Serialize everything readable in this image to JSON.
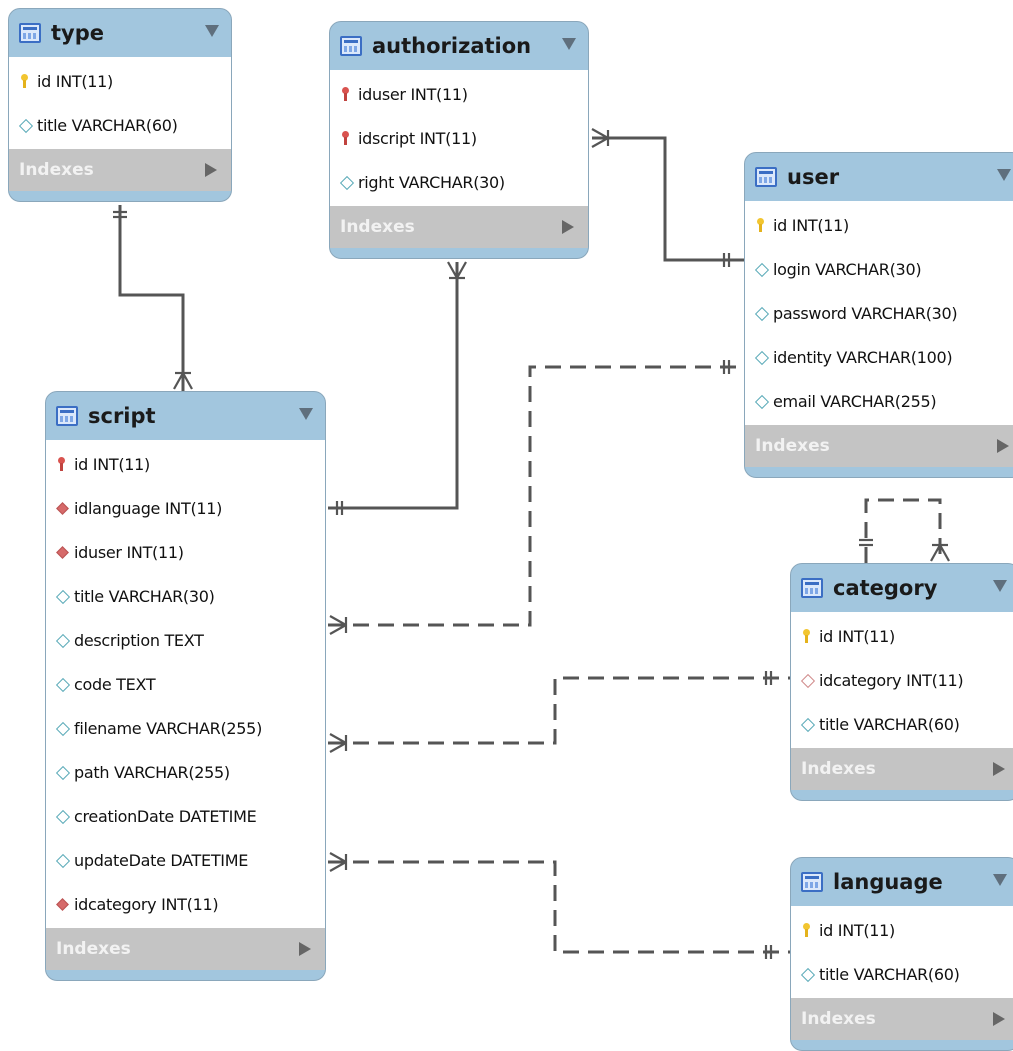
{
  "tables": {
    "type": {
      "title": "type",
      "columns": [
        {
          "text": "id INT(11)",
          "marker": "key-gold"
        },
        {
          "text": "title VARCHAR(60)",
          "marker": "diamond-open"
        }
      ],
      "indexes_label": "Indexes"
    },
    "authorization": {
      "title": "authorization",
      "columns": [
        {
          "text": "iduser INT(11)",
          "marker": "key-red"
        },
        {
          "text": "idscript INT(11)",
          "marker": "key-red"
        },
        {
          "text": "right VARCHAR(30)",
          "marker": "diamond-open"
        }
      ],
      "indexes_label": "Indexes"
    },
    "user": {
      "title": "user",
      "columns": [
        {
          "text": "id INT(11)",
          "marker": "key-gold"
        },
        {
          "text": "login VARCHAR(30)",
          "marker": "diamond-open"
        },
        {
          "text": "password VARCHAR(30)",
          "marker": "diamond-open"
        },
        {
          "text": "identity VARCHAR(100)",
          "marker": "diamond-open"
        },
        {
          "text": "email VARCHAR(255)",
          "marker": "diamond-open"
        }
      ],
      "indexes_label": "Indexes"
    },
    "script": {
      "title": "script",
      "columns": [
        {
          "text": "id INT(11)",
          "marker": "key-red"
        },
        {
          "text": "idlanguage INT(11)",
          "marker": "diamond-red"
        },
        {
          "text": "iduser INT(11)",
          "marker": "diamond-red"
        },
        {
          "text": "title VARCHAR(30)",
          "marker": "diamond-open"
        },
        {
          "text": "description TEXT",
          "marker": "diamond-open"
        },
        {
          "text": "code TEXT",
          "marker": "diamond-open"
        },
        {
          "text": "filename VARCHAR(255)",
          "marker": "diamond-open"
        },
        {
          "text": "path VARCHAR(255)",
          "marker": "diamond-open"
        },
        {
          "text": "creationDate DATETIME",
          "marker": "diamond-open"
        },
        {
          "text": "updateDate DATETIME",
          "marker": "diamond-open"
        },
        {
          "text": "idcategory INT(11)",
          "marker": "diamond-red"
        }
      ],
      "indexes_label": "Indexes"
    },
    "category": {
      "title": "category",
      "columns": [
        {
          "text": "id INT(11)",
          "marker": "key-gold"
        },
        {
          "text": "idcategory INT(11)",
          "marker": "diamond-redopen"
        },
        {
          "text": "title VARCHAR(60)",
          "marker": "diamond-open"
        }
      ],
      "indexes_label": "Indexes"
    },
    "language": {
      "title": "language",
      "columns": [
        {
          "text": "id INT(11)",
          "marker": "key-gold"
        },
        {
          "text": "title VARCHAR(60)",
          "marker": "diamond-open"
        }
      ],
      "indexes_label": "Indexes"
    }
  },
  "relationships": [
    {
      "from": "type",
      "to": "script",
      "style": "solid",
      "from_end": "one",
      "to_end": "many"
    },
    {
      "from": "authorization",
      "to": "script",
      "style": "solid",
      "from_end": "many",
      "to_end": "one"
    },
    {
      "from": "authorization",
      "to": "user",
      "style": "solid",
      "from_end": "many",
      "to_end": "one"
    },
    {
      "from": "script",
      "to": "user",
      "style": "dashed",
      "from_end": "many",
      "to_end": "one"
    },
    {
      "from": "script",
      "to": "category",
      "style": "dashed",
      "from_end": "many",
      "to_end": "one"
    },
    {
      "from": "script",
      "to": "language",
      "style": "dashed",
      "from_end": "many",
      "to_end": "one"
    },
    {
      "from": "category",
      "to": "category",
      "style": "dashed",
      "from_end": "one",
      "to_end": "many"
    }
  ],
  "colors": {
    "header": "#a2c6de",
    "indexes_bar": "#c4c4c4",
    "connector": "#555555"
  }
}
